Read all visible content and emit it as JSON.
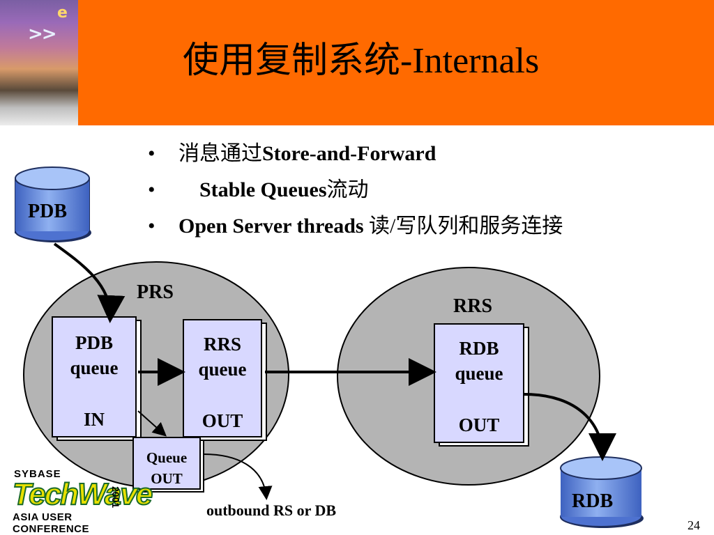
{
  "title": "使用复制系统-Internals",
  "bullets": [
    {
      "marker": "•",
      "text_cn": "消息通过",
      "text_en": "Store-and-Forward"
    },
    {
      "marker": "•",
      "text_en": "Stable Queues",
      "text_cn": "流动"
    },
    {
      "marker": "•",
      "text_en": "Open Server threads",
      "text_cn": " 读/写队列和服务连接"
    }
  ],
  "diagram": {
    "pdb_cylinder": "PDB",
    "rdb_cylinder": "RDB",
    "prs_label": "PRS",
    "rrs_label": "RRS",
    "pdb_queue": {
      "line1": "PDB",
      "line2": "queue",
      "line3": "IN"
    },
    "rrs_queue": {
      "line1": "RRS",
      "line2": "queue",
      "line3": "OUT"
    },
    "rdb_queue": {
      "line1": "RDB",
      "line2": "queue",
      "line3": "OUT"
    },
    "queue_out": {
      "line1": "Queue",
      "line2": "OUT"
    },
    "outbound": "outbound RS or DB"
  },
  "footer": {
    "page_number": "24",
    "logo_sybase": "SYBASE",
    "logo_techwave": "TechWave",
    "logo_year": "2001",
    "logo_conference": "ASIA USER CONFERENCE"
  },
  "colors": {
    "header": "#ff6a00",
    "ellipse": "#b4b4b4",
    "queue_box": "#d8d8ff",
    "cylinder": "#5a7fd6"
  }
}
